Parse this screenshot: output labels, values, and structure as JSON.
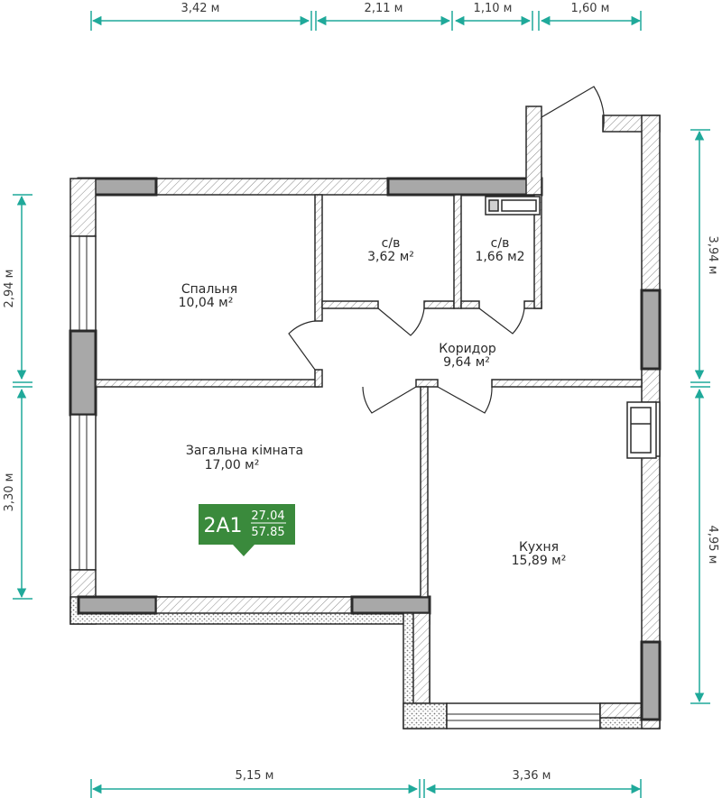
{
  "dimensions": {
    "top": [
      "3,42 м",
      "2,11 м",
      "1,10 м",
      "1,60 м"
    ],
    "left": [
      "2,94 м",
      "3,30 м"
    ],
    "right": [
      "3,94 м",
      "4,95 м"
    ],
    "bottom": [
      "5,15 м",
      "3,36 м"
    ]
  },
  "rooms": {
    "bedroom": {
      "name": "Спальня",
      "area": "10,04 м²"
    },
    "bathroom1": {
      "name": "с/в",
      "area": "3,62 м²"
    },
    "bathroom2": {
      "name": "с/в",
      "area": "1,66 м2"
    },
    "corridor": {
      "name": "Коридор",
      "area": "9,64 м²"
    },
    "living": {
      "name": "Загальна кімната",
      "area": "17,00 м²"
    },
    "kitchen": {
      "name": "Кухня",
      "area": "15,89 м²"
    }
  },
  "badge": {
    "code": "2А1",
    "living_area": "27.04",
    "total_area": "57.85",
    "color": "#3a8a3c"
  },
  "colors": {
    "dimension_line": "#1fa99a",
    "wall_dark": "#2a2a2a",
    "wall_fill": "#a8a8a8"
  }
}
